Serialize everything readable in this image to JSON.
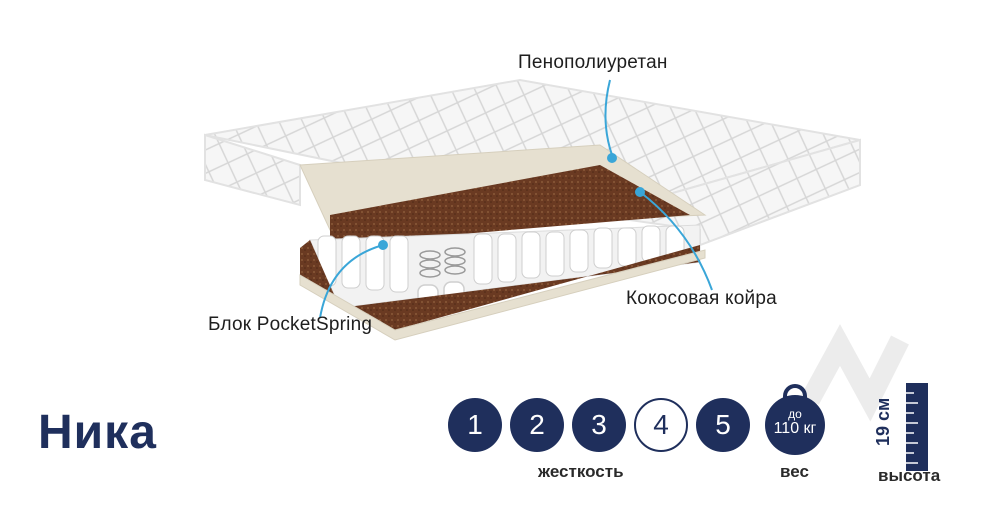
{
  "product": {
    "name": "Ника"
  },
  "layers": {
    "top": "Пенополиуретан",
    "middle": "Кокосовая койра",
    "bottom": "Блок PocketSpring"
  },
  "firmness": {
    "levels": [
      "1",
      "2",
      "3",
      "4",
      "5"
    ],
    "selected": "4",
    "caption": "жесткость"
  },
  "weight": {
    "line1": "до",
    "line2": "110 кг",
    "caption": "вес"
  },
  "height": {
    "value": "19 см",
    "caption": "высота"
  },
  "colors": {
    "brand": "#1f2f5c",
    "accent_line": "#3aa6d8",
    "coir": "#6a3a22",
    "foam": "#e6e0d0"
  }
}
